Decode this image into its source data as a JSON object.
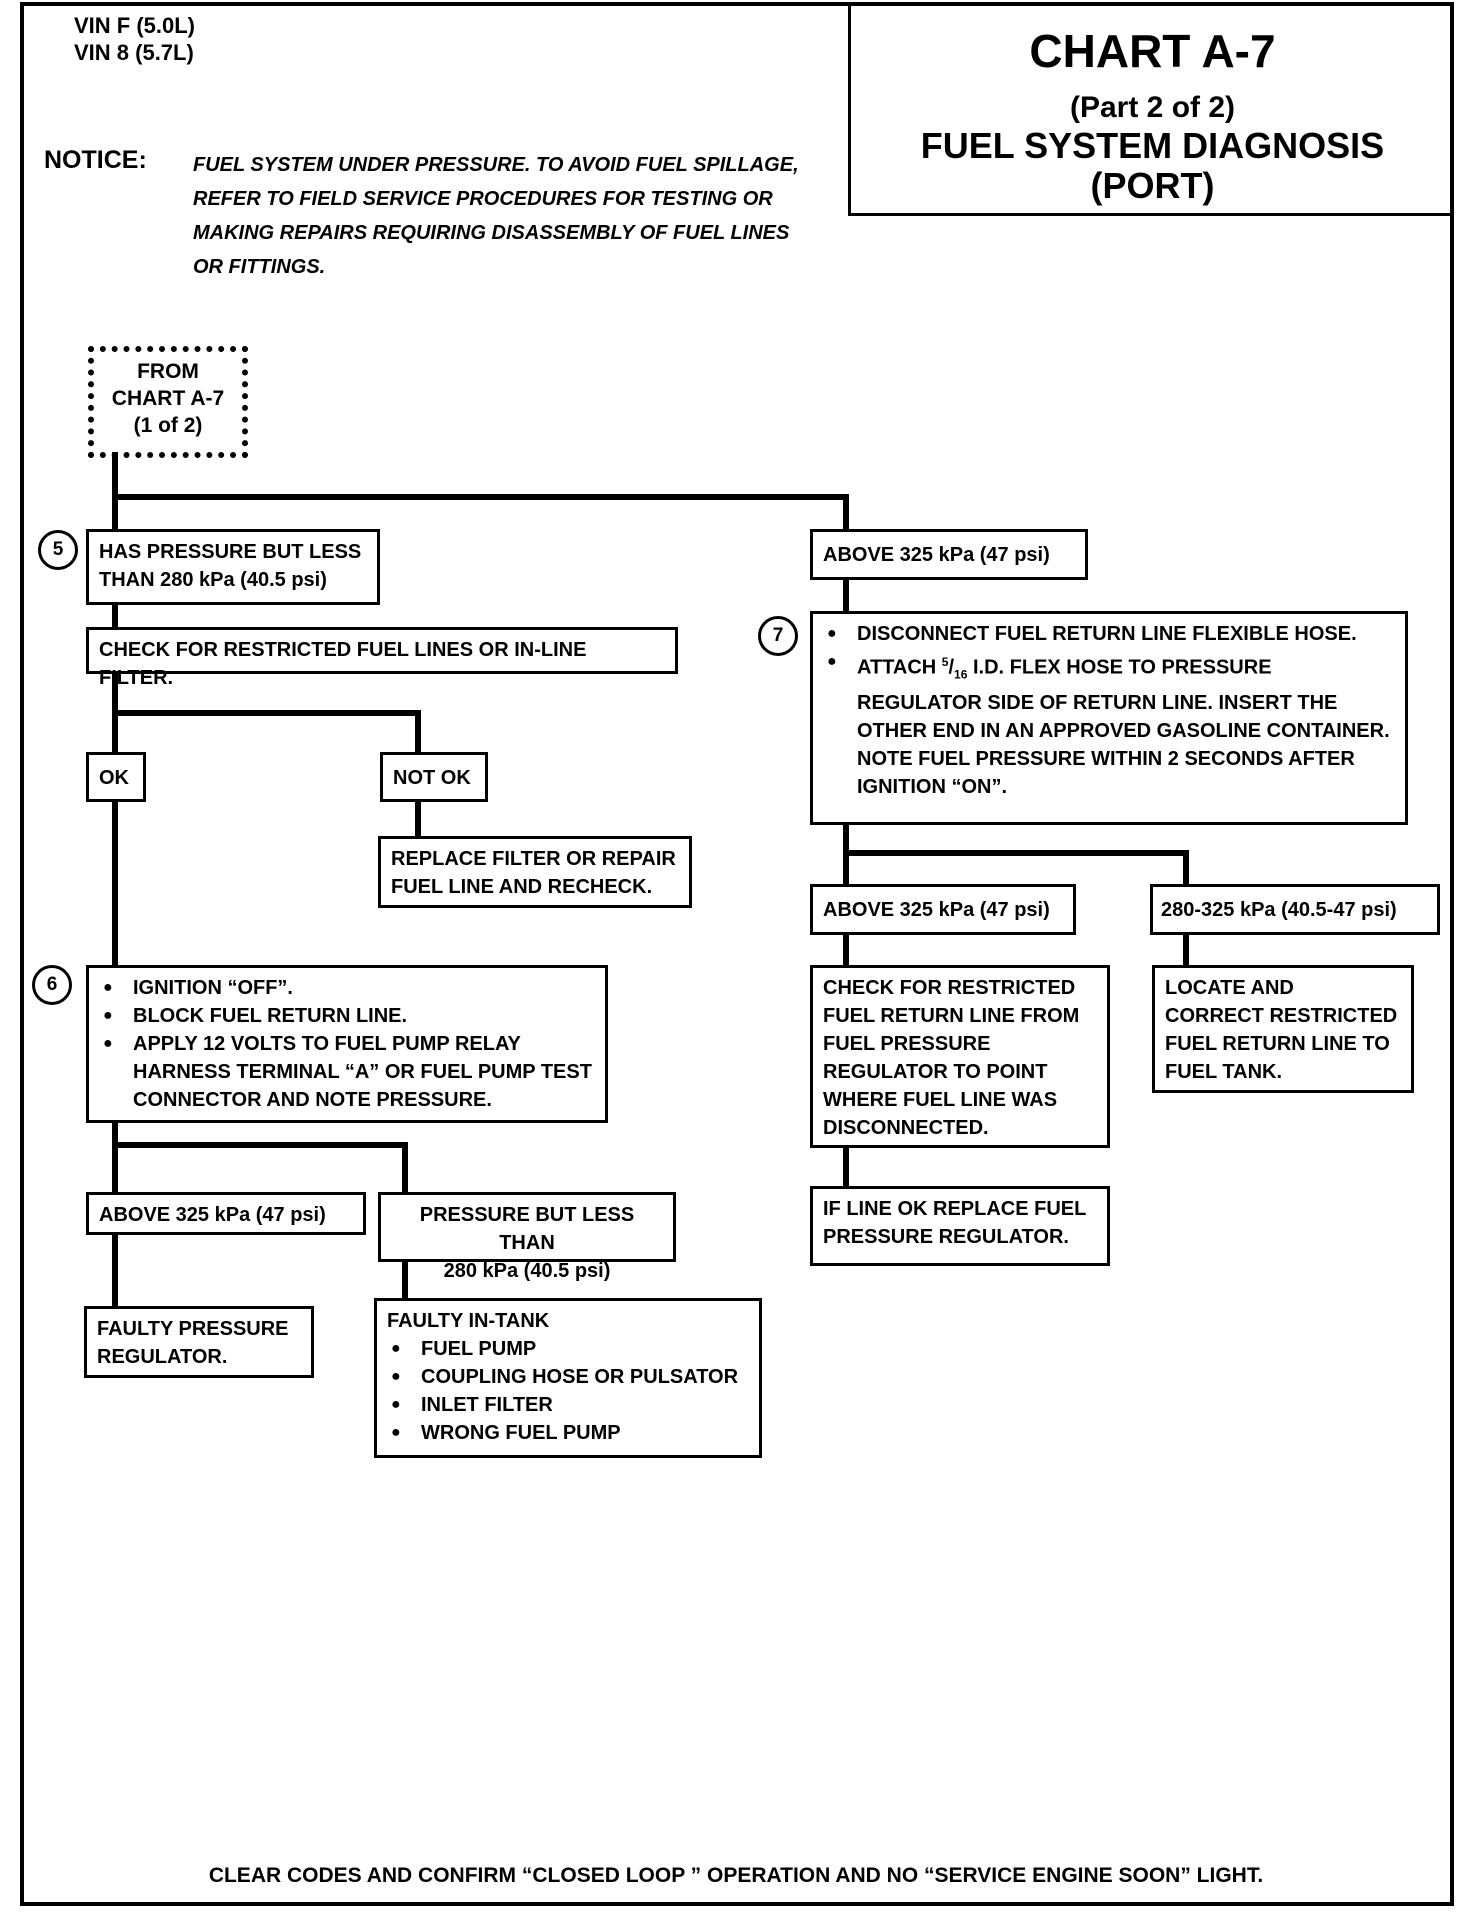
{
  "vin": [
    "VIN F (5.0L)",
    "VIN 8 (5.7L)"
  ],
  "title": {
    "chart": "CHART A-7",
    "part": "(Part  2 of 2)",
    "name": "FUEL SYSTEM DIAGNOSIS",
    "sub": "(PORT)"
  },
  "notice": {
    "label": "NOTICE:",
    "lines": [
      "FUEL SYSTEM UNDER PRESSURE.  TO AVOID FUEL SPILLAGE,",
      "REFER TO FIELD SERVICE PROCEDURES FOR TESTING OR",
      "MAKING REPAIRS REQUIRING DISASSEMBLY OF FUEL LINES",
      "OR FITTINGS."
    ]
  },
  "from_box": [
    "FROM",
    "CHART A-7",
    "(1 of 2)"
  ],
  "steps": {
    "s5": {
      "num": "5",
      "condition": [
        "HAS PRESSURE BUT LESS",
        "THAN 280 kPa (40.5 psi)"
      ],
      "check": "CHECK FOR RESTRICTED FUEL LINES OR IN-LINE FILTER.",
      "ok": "OK",
      "not_ok": "NOT OK",
      "not_ok_action": [
        "REPLACE FILTER  OR REPAIR",
        "FUEL LINE AND RECHECK."
      ]
    },
    "s6": {
      "num": "6",
      "bullets": [
        "IGNITION “OFF”.",
        "BLOCK FUEL RETURN LINE.",
        "APPLY 12 VOLTS TO FUEL PUMP RELAY HARNESS TERMINAL “A” OR FUEL PUMP TEST CONNECTOR AND NOTE PRESSURE."
      ],
      "above": "ABOVE 325 kPa  (47 psi)",
      "less": [
        "PRESSURE BUT LESS THAN",
        "280 kPa (40.5 psi)"
      ],
      "faulty_reg": [
        "FAULTY PRESSURE",
        "REGULATOR."
      ],
      "faulty_tank_title": "FAULTY IN-TANK",
      "faulty_tank_items": [
        "FUEL PUMP",
        "COUPLING HOSE OR PULSATOR",
        "INLET FILTER",
        "WRONG FUEL PUMP"
      ]
    },
    "s7": {
      "num": "7",
      "above_top": "ABOVE 325 kPa (47 psi)",
      "bullet1": "DISCONNECT FUEL RETURN LINE FLEXIBLE HOSE.",
      "bullet2_pre": "ATTACH ",
      "bullet2_num": "5",
      "bullet2_den": "16",
      "bullet2_post": " I.D. FLEX HOSE TO PRESSURE REGULATOR SIDE OF RETURN LINE.  INSERT THE OTHER END IN  AN  APPROVED GASOLINE CONTAINER.",
      "note": "NOTE FUEL PRESSURE WITHIN 2 SECONDS AFTER IGNITION “ON”.",
      "above": "ABOVE 325 kPa (47 psi)",
      "range": "280-325 kPa  (40.5-47 psi)",
      "check_return": [
        "CHECK FOR RESTRICTED",
        "FUEL RETURN LINE FROM",
        "FUEL PRESSURE",
        "REGULATOR TO POINT",
        "WHERE FUEL LINE WAS",
        "DISCONNECTED."
      ],
      "replace_reg": [
        "IF LINE OK REPLACE FUEL",
        "PRESSURE REGULATOR."
      ],
      "locate": [
        "LOCATE AND",
        "CORRECT RESTRICTED",
        "FUEL RETURN LINE TO",
        "FUEL TANK."
      ]
    }
  },
  "footer": "CLEAR CODES AND CONFIRM “CLOSED LOOP ” OPERATION AND NO “SERVICE ENGINE SOON” LIGHT."
}
